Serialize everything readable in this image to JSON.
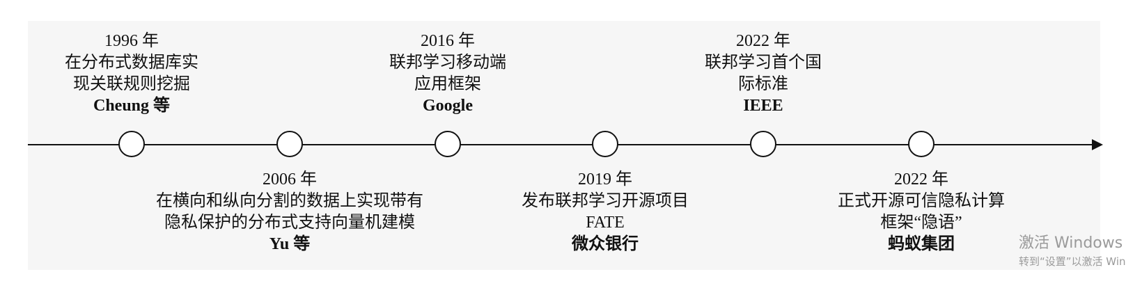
{
  "events": [
    {
      "year": "1996 年",
      "desc": [
        "在分布式数据库实",
        "现关联规则挖掘"
      ],
      "org": "Cheung 等"
    },
    {
      "year": "2006 年",
      "desc": [
        "在横向和纵向分割的数据上实现带有",
        "隐私保护的分布式支持向量机建模"
      ],
      "org": "Yu 等"
    },
    {
      "year": "2016 年",
      "desc": [
        "联邦学习移动端",
        "应用框架"
      ],
      "org": "Google"
    },
    {
      "year": "2019 年",
      "desc": [
        "发布联邦学习开源项目",
        "FATE"
      ],
      "org": "微众银行"
    },
    {
      "year": "2022 年",
      "desc": [
        "联邦学习首个国",
        "际标准"
      ],
      "org": "IEEE"
    },
    {
      "year": "2022 年",
      "desc": [
        "正式开源可信隐私计算",
        "框架“隐语”"
      ],
      "org": "蚂蚁集团"
    }
  ],
  "watermark": {
    "line1": "激活 Windows",
    "line2": "转到“设置”以激活 Windows。"
  }
}
